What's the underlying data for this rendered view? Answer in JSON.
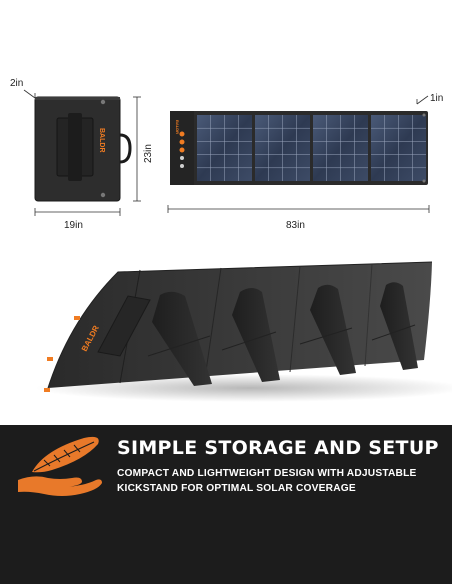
{
  "dimensions": {
    "thickness_left": "2in",
    "height": "23in",
    "folded_width": "19in",
    "unfolded_width": "83in",
    "thickness_right": "1in"
  },
  "brand": {
    "name": "BALDR",
    "accent_color": "#f07c22"
  },
  "banner": {
    "title": "SIMPLE STORAGE AND SETUP",
    "subtitle_line1": "COMPACT AND LIGHTWEIGHT DESIGN WITH ADJUSTABLE",
    "subtitle_line2": "KICKSTAND FOR OPTIMAL SOLAR COVERAGE",
    "icon": "hand-feather-icon",
    "background_color": "#1c1c1c",
    "text_color": "#ffffff"
  }
}
